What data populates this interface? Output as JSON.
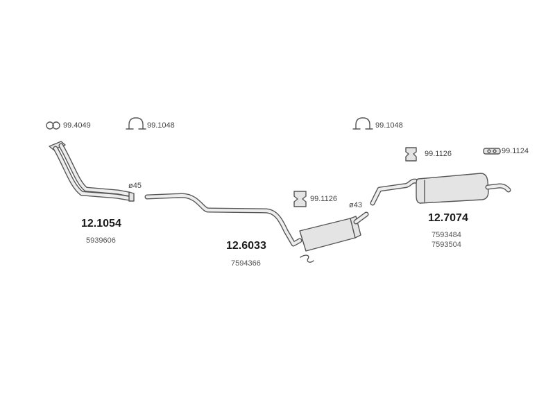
{
  "hardware": [
    {
      "part_no": "99.4049",
      "icon": "gasket-icon"
    },
    {
      "part_no": "99.1048",
      "icon": "clamp-icon"
    },
    {
      "part_no": "99.1048",
      "icon": "clamp-icon"
    },
    {
      "part_no": "99.1126",
      "icon": "rubber-mount-icon"
    },
    {
      "part_no": "99.1124",
      "icon": "rubber-strap-icon"
    },
    {
      "part_no": "99.1126",
      "icon": "rubber-mount-icon"
    }
  ],
  "diameters": {
    "front": "ø45",
    "middle": "ø43"
  },
  "parts": [
    {
      "part_no": "12.1054",
      "oe_numbers": [
        "5939606"
      ],
      "icon": "front-pipe-icon"
    },
    {
      "part_no": "12.6033",
      "oe_numbers": [
        "7594366"
      ],
      "icon": "middle-silencer-icon"
    },
    {
      "part_no": "12.7074",
      "oe_numbers": [
        "7593484",
        "7593504"
      ],
      "icon": "rear-silencer-icon"
    }
  ],
  "colors": {
    "line": "#555555",
    "fill": "#e4e4e4",
    "text": "#333333"
  }
}
